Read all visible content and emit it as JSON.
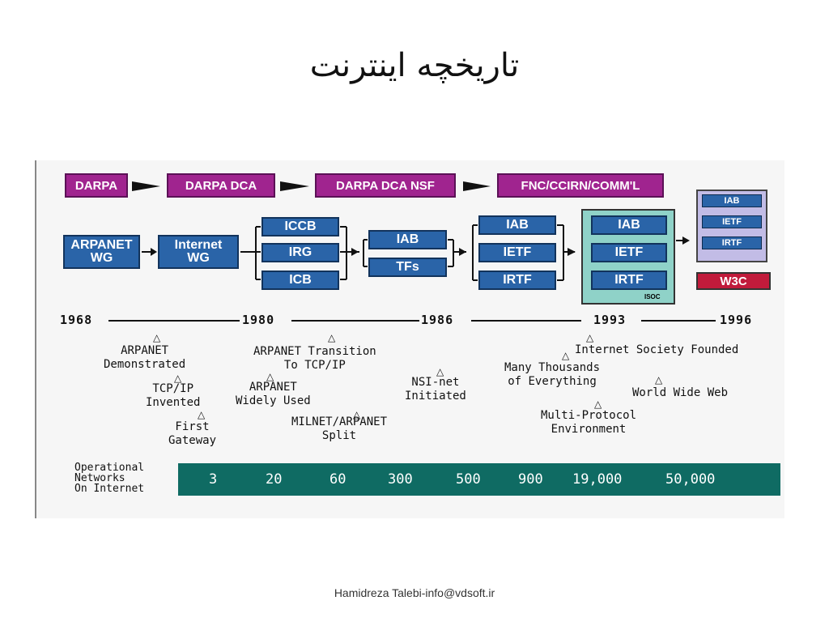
{
  "slide": {
    "title": "تاریخچه اینترنت",
    "footer": "Hamidreza Talebi-info@vdsoft.ir"
  },
  "diagram": {
    "top_row": [
      "DARPA",
      "DARPA DCA",
      "DARPA DCA NSF",
      "FNC/CCIRN/COMM'L"
    ],
    "stage1": "ARPANET\nWG",
    "stage2": "Internet\nWG",
    "group1": [
      "ICCB",
      "IRG",
      "ICB"
    ],
    "group2": [
      "IAB",
      "TFs"
    ],
    "group3": [
      "IAB",
      "IETF",
      "IRTF"
    ],
    "group4": [
      "IAB",
      "IETF",
      "IRTF"
    ],
    "group4_label": "ISOC",
    "group5": [
      "IAB",
      "IETF",
      "IRTF"
    ],
    "w3c": "W3C",
    "years": [
      "1968",
      "1980",
      "1986",
      "1993",
      "1996"
    ],
    "events": [
      "ARPANET\nDemonstrated",
      "TCP/IP\nInvented",
      "First\nGateway",
      "ARPANET Transition\nTo TCP/IP",
      "ARPANET\nWidely Used",
      "MILNET/ARPANET\nSplit",
      "NSI-net\nInitiated",
      "Many Thousands\nof Everything",
      "Internet Society Founded",
      "World Wide Web",
      "Multi-Protocol\nEnvironment"
    ],
    "networks_label": "Operational\nNetworks\nOn Internet",
    "networks_values": [
      "3",
      "20",
      "60",
      "300",
      "500",
      "900",
      "19,000",
      "50,000"
    ],
    "colors": {
      "purple": "#a0248f",
      "blue": "#2a64a8",
      "teal": "#8fd2c8",
      "lavender": "#c2bce6",
      "w3c": "#c11b3b",
      "networks_bar": "#0f6b63"
    }
  }
}
